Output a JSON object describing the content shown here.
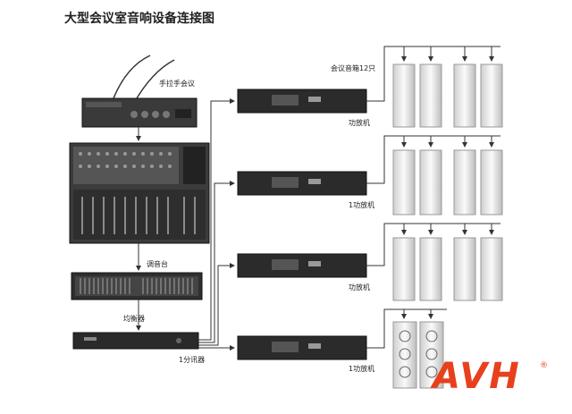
{
  "title": "大型会议室音响设备连接图",
  "labels": {
    "mic": "手拉手会议",
    "mixer": "调音台",
    "equalizer": "均衡器",
    "divider": "1分讯器",
    "speakers": "会议音箱12只",
    "amp1": "功放机",
    "amp2": "1功放机",
    "amp3": "功放机",
    "amp4": "1功放机"
  },
  "logo": {
    "text": "AVH",
    "reg": "®",
    "color": "#e8401c"
  }
}
